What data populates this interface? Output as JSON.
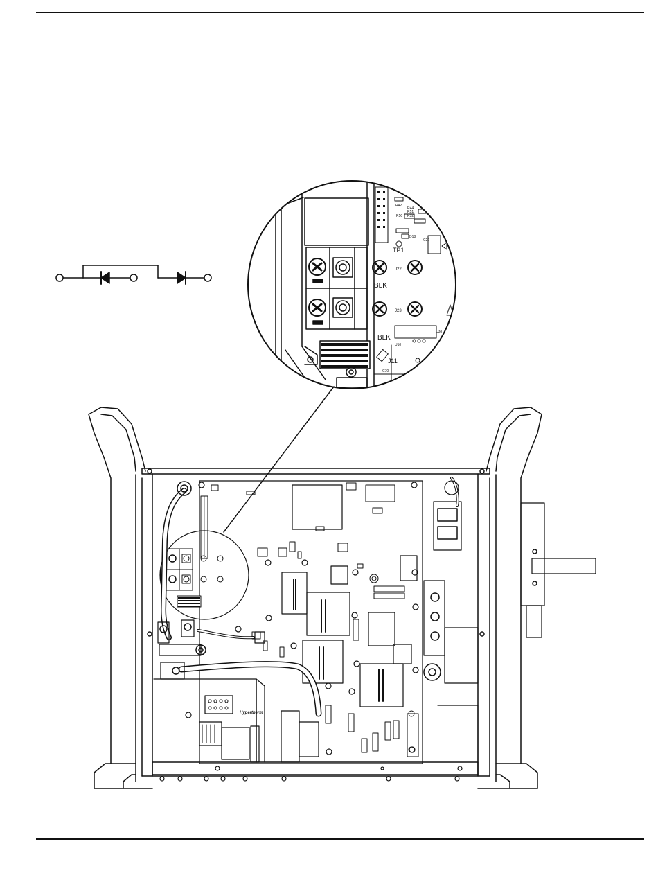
{
  "diagram": {
    "zoom_labels": {
      "lbl_j22": "J22",
      "lbl_blk_1": "BLK",
      "lbl_j23": "J23",
      "lbl_blk_2": "BLK",
      "lbl_tp1": "TP1",
      "lbl_j11": "J11",
      "lbl_r44": "R44",
      "lbl_r51": "R51",
      "lbl_r52": "R52",
      "lbl_r50": "R50",
      "lbl_r42": "R42",
      "lbl_d18": "D18",
      "lbl_c22": "C22",
      "lbl_c38": "C38",
      "lbl_u10": "U10",
      "lbl_c70": "C70"
    },
    "logo_text": "Hypertherm",
    "colors": {
      "line": "#111111",
      "background": "#ffffff",
      "shade": "#222222"
    }
  }
}
